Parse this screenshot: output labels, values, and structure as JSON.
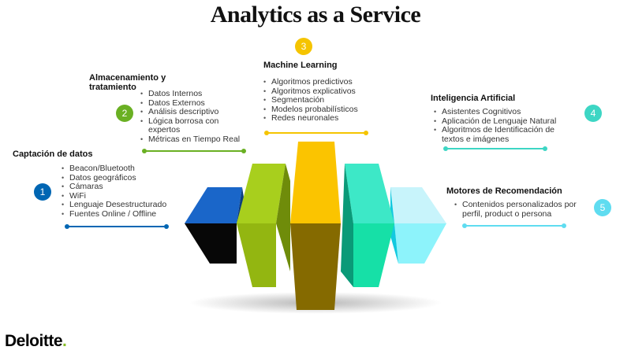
{
  "title": "Analytics as a Service",
  "brand": {
    "name": "Deloitte",
    "dot": ".",
    "dot_color": "#86bc25"
  },
  "sections": [
    {
      "number": "1",
      "title": "Captación de datos",
      "color": "#0066b3",
      "items": [
        "Beacon/Bluetooth",
        "Datos geográficos",
        "Cámaras",
        "WiFi",
        "Lenguaje Desestructurado",
        "Fuentes Online / Offline"
      ]
    },
    {
      "number": "2",
      "title_lines": [
        "Almacenamiento  y",
        "tratamiento"
      ],
      "color": "#6ab023",
      "items": [
        "Datos Internos",
        "Datos Externos",
        "Análisis descriptivo",
        "Lógica borrosa con expertos",
        "Métricas en Tiempo Real"
      ]
    },
    {
      "number": "3",
      "title": "Machine  Learning",
      "color": "#f5c400",
      "items": [
        "Algoritmos predictivos",
        "Algoritmos explicativos",
        "Segmentación",
        "Modelos probabilísticos",
        "Redes neuronales"
      ]
    },
    {
      "number": "4",
      "title": "Inteligencia  Artificial",
      "color": "#3dd6c4",
      "items": [
        "Asistentes Cognitivos",
        "Aplicación de Lenguaje Natural",
        "Algoritmos de Identificación de textos e imágenes"
      ]
    },
    {
      "number": "5",
      "title": "Motores de Recomendación",
      "color": "#5fdcf0",
      "items": [
        "Contenidos personalizados por perfil, product o persona"
      ]
    }
  ]
}
